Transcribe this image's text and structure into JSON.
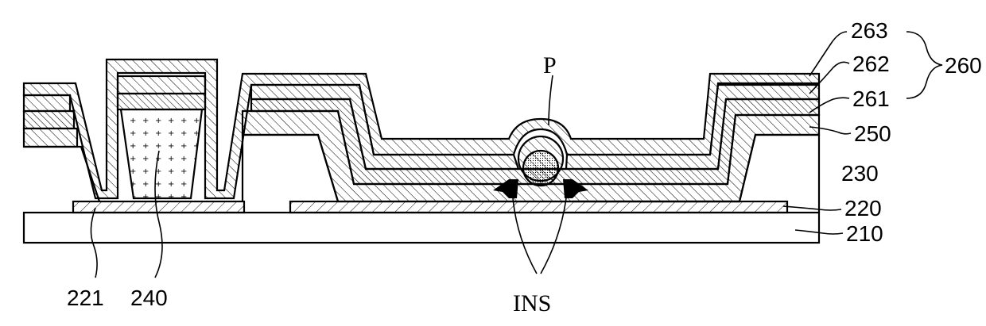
{
  "labels": {
    "l263": "263",
    "l262": "262",
    "l261": "261",
    "l260": "260",
    "l250": "250",
    "l230": "230",
    "l220": "220",
    "l210": "210",
    "l221": "221",
    "l240": "240",
    "lP": "P",
    "lINS": "INS"
  }
}
